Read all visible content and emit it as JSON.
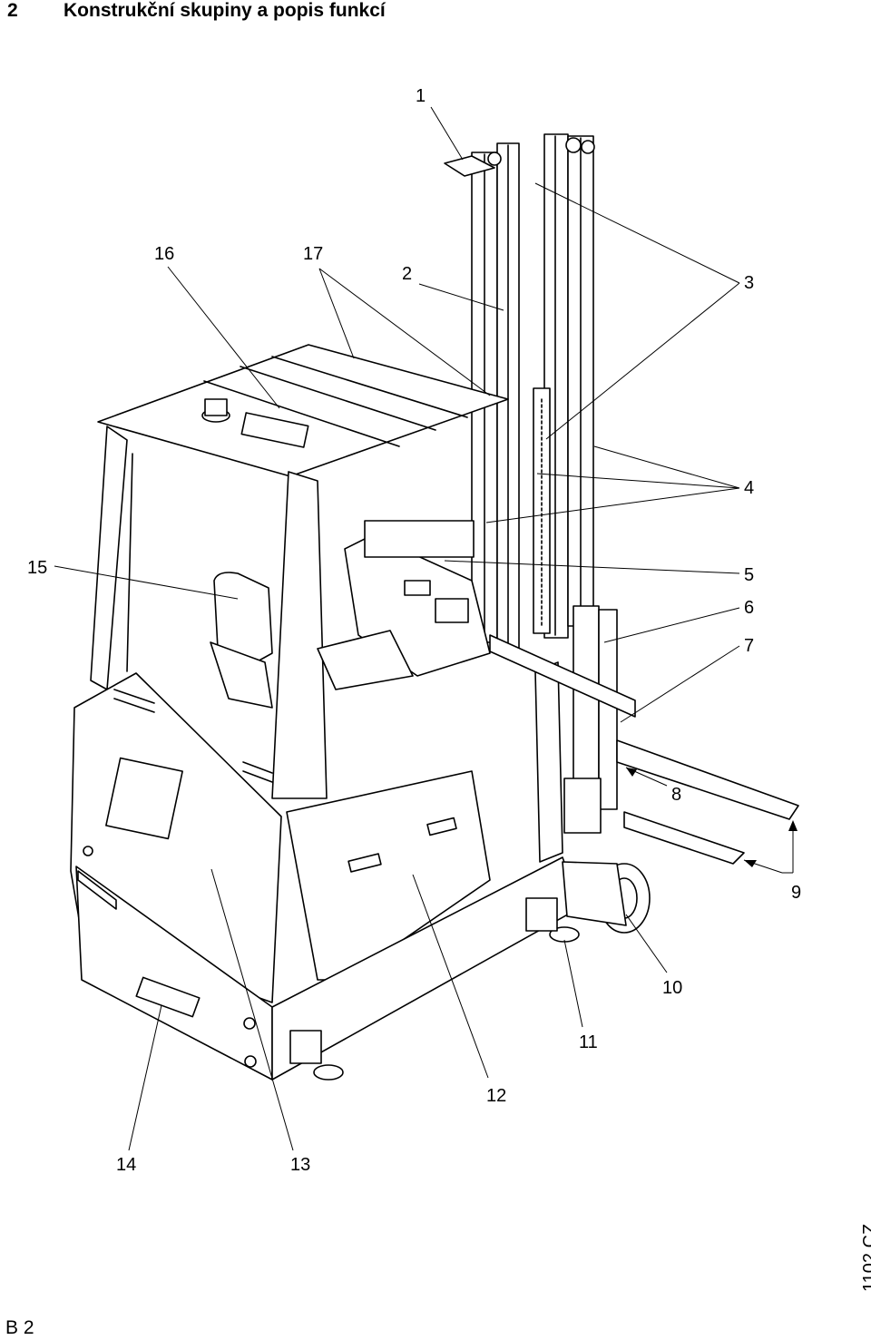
{
  "header": {
    "section_number": "2",
    "section_title": "Konstrukční skupiny a popis funkcí"
  },
  "figure": {
    "callouts": [
      "1",
      "16",
      "17",
      "2",
      "3",
      "4",
      "15",
      "5",
      "6",
      "7",
      "8",
      "9",
      "10",
      "11",
      "12",
      "14",
      "13"
    ]
  },
  "footer": {
    "page_label": "B 2",
    "doc_code": "1102.CZ"
  }
}
